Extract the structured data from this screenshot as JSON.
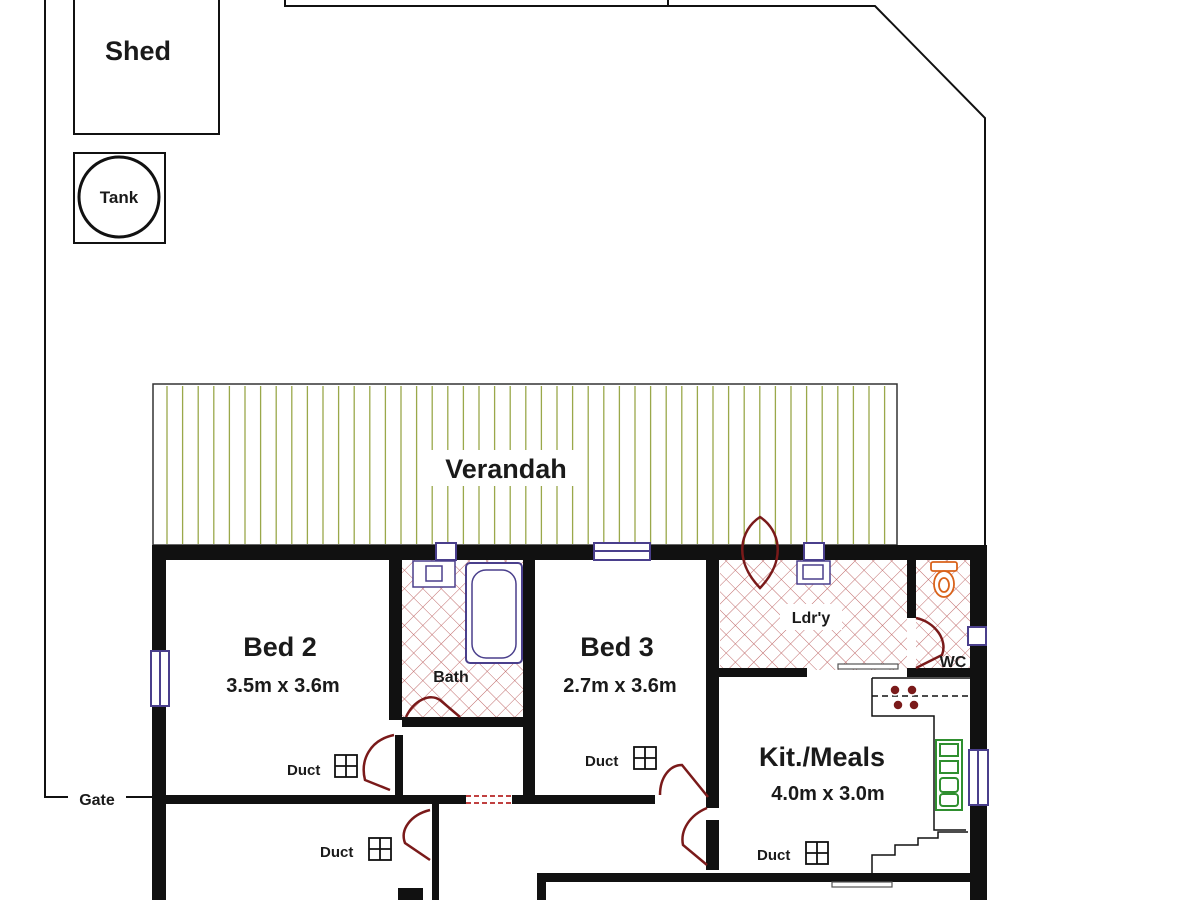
{
  "labels": {
    "shed": "Shed",
    "tank": "Tank",
    "verandah": "Verandah",
    "bed2": "Bed 2",
    "bed2_size": "3.5m x 3.6m",
    "bath": "Bath",
    "bed3": "Bed 3",
    "bed3_size": "2.7m x 3.6m",
    "laundry": "Ldr'y",
    "wc": "WC",
    "kitchen": "Kit./Meals",
    "kitchen_size": "4.0m x 3.0m",
    "duct": "Duct",
    "gate": "Gate"
  },
  "colors": {
    "wall": "#111111",
    "door": "#7a1a1a",
    "window": "#4a3f8c",
    "tile": "#b85a5a",
    "verandah_line": "#9aa84a",
    "wc_fixture": "#d9621a",
    "appliance": "#2f8f2f"
  }
}
